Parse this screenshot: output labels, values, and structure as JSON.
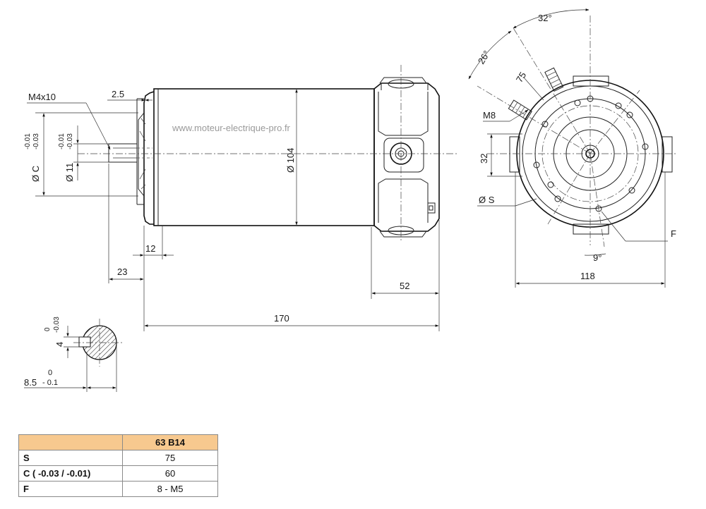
{
  "watermark": "www.moteur-electrique-pro.fr",
  "side_view": {
    "thread_label": "M4x10",
    "dim_flange_offset": "2.5",
    "dim_body_diameter": "Ø 104",
    "dim_flange_tol_upper": "-0.01",
    "dim_flange_tol_lower": "-0.03",
    "dim_flange_label": "Ø C",
    "dim_shaft_tol_upper": "-0.01",
    "dim_shaft_tol_lower": "-0.03",
    "dim_shaft_label": "Ø 11",
    "dim_pilot_length": "12",
    "dim_shaft_length": "23",
    "dim_rear_length": "52",
    "dim_total_length": "170"
  },
  "end_view": {
    "angle_top": "32°",
    "angle_left": "26°",
    "dim_terminal": "75",
    "thread_label": "M8",
    "dim_height": "32",
    "hole_label": "Ø S",
    "flange_label": "F",
    "angle_bottom": "9°",
    "dim_width": "118"
  },
  "shaft_section": {
    "key_tol_upper": "0",
    "key_tol_lower": "-0.03",
    "key_width": "4",
    "depth_tol_upper": "0",
    "depth_tol_lower": "- 0.1",
    "depth_value": "8.5"
  },
  "spec_table": {
    "header": "63 B14",
    "rows": [
      {
        "key": "S",
        "value": "75"
      },
      {
        "key": "C ( -0.03 / -0.01)",
        "value": "60"
      },
      {
        "key": "F",
        "value": "8 - M5"
      }
    ]
  }
}
